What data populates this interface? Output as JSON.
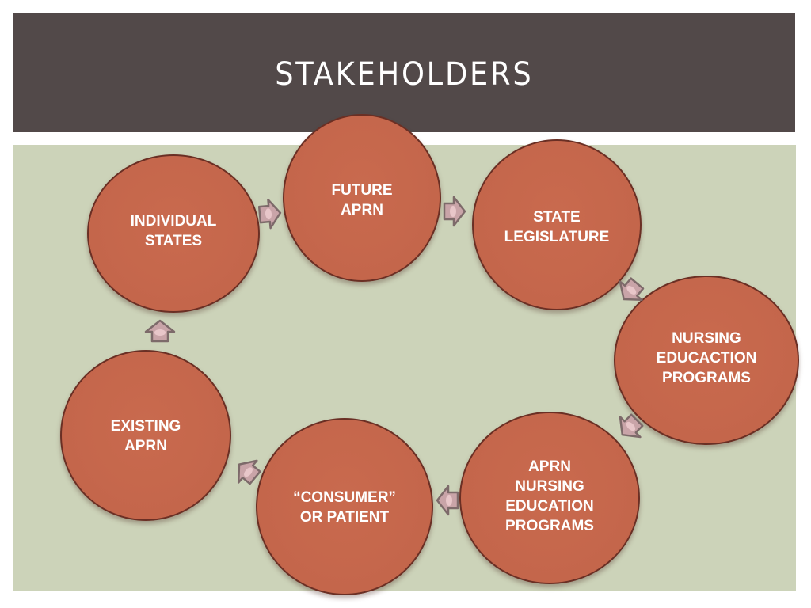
{
  "slide": {
    "title": "STAKEHOLDERS"
  },
  "diagram": {
    "type": "cycle",
    "colors": {
      "header_bg": "#524949",
      "content_bg": "#ccd3b9",
      "node_fill": "#c4664b",
      "node_border": "#6a2f24",
      "arrow_fill": "#c9a4a8",
      "arrow_border": "#7d6a6a"
    },
    "nodes": [
      {
        "id": "individual-states",
        "label": "INDIVIDUAL\nSTATES"
      },
      {
        "id": "future-aprn",
        "label": "FUTURE\nAPRN"
      },
      {
        "id": "state-legislature",
        "label": "STATE\nLEGISLATURE"
      },
      {
        "id": "nursing-educaction-programs",
        "label": "NURSING\nEDUCACTION\nPROGRAMS"
      },
      {
        "id": "aprn-nursing-education-programs",
        "label": "APRN\nNURSING\nEDUCATION\nPROGRAMS"
      },
      {
        "id": "consumer-or-patient",
        "label": "“CONSUMER”\nOR PATIENT"
      },
      {
        "id": "existing-aprn",
        "label": "EXISTING\nAPRN"
      }
    ],
    "connections": [
      {
        "from": "individual-states",
        "to": "future-aprn"
      },
      {
        "from": "future-aprn",
        "to": "state-legislature"
      },
      {
        "from": "state-legislature",
        "to": "nursing-educaction-programs"
      },
      {
        "from": "nursing-educaction-programs",
        "to": "aprn-nursing-education-programs"
      },
      {
        "from": "aprn-nursing-education-programs",
        "to": "consumer-or-patient"
      },
      {
        "from": "consumer-or-patient",
        "to": "existing-aprn"
      },
      {
        "from": "existing-aprn",
        "to": "individual-states"
      }
    ]
  }
}
